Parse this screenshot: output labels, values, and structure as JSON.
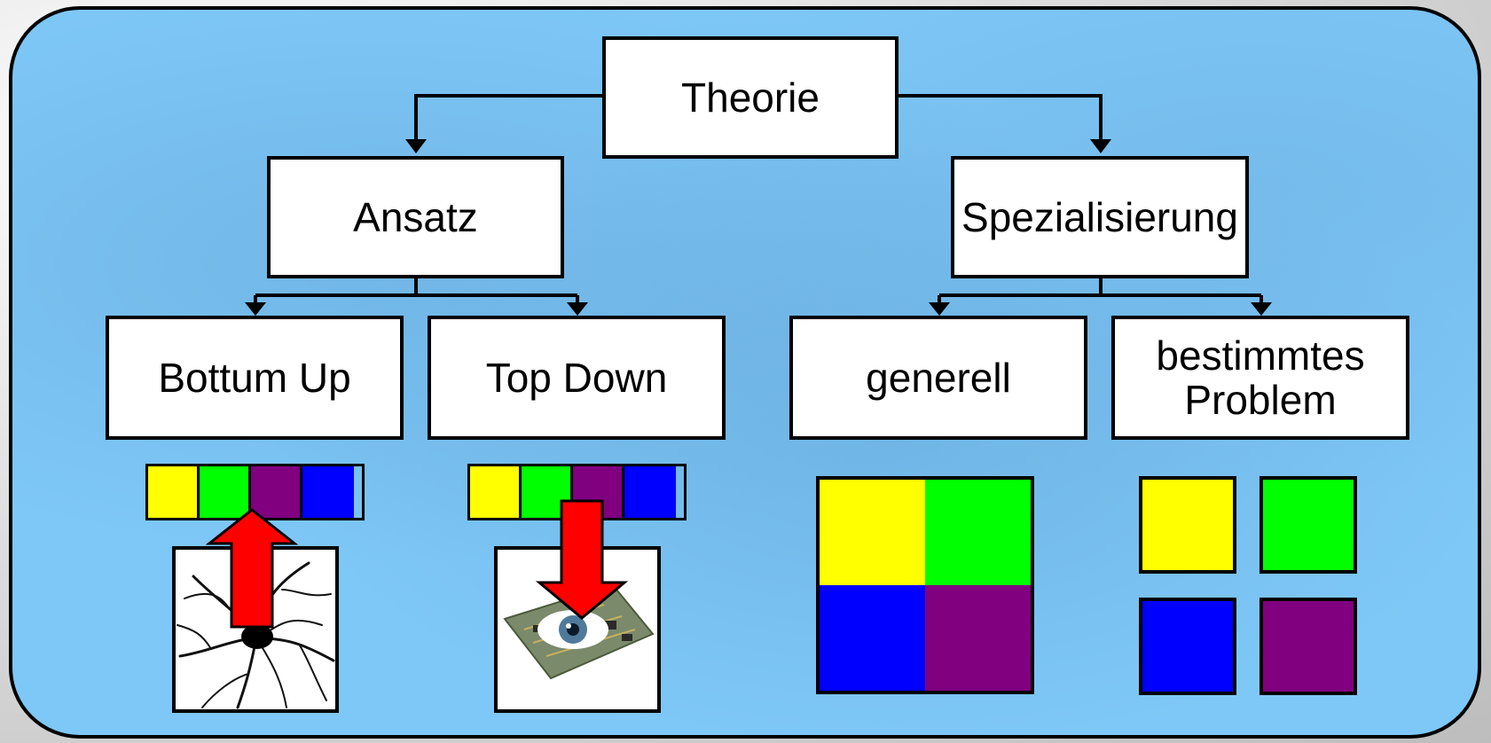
{
  "diagram": {
    "root": {
      "label": "Theorie"
    },
    "ansatz": {
      "label": "Ansatz"
    },
    "spezialisierung": {
      "label": "Spezialisierung"
    },
    "bottom_up": {
      "label": "Bottum Up"
    },
    "top_down": {
      "label": "Top Down"
    },
    "generell": {
      "label": "generell"
    },
    "bestimmtes": {
      "line1": "bestimmtes",
      "line2": "Problem"
    }
  },
  "colors": {
    "yellow": "#ffff00",
    "green": "#00ff00",
    "purple": "#800080",
    "blue": "#0000ff",
    "arrow_red": "#ff0000",
    "panel_blue": "#7ec8f7"
  },
  "icons": {
    "bottom_up_image": "neuron-icon",
    "top_down_image": "eye-on-circuit-board-icon"
  }
}
